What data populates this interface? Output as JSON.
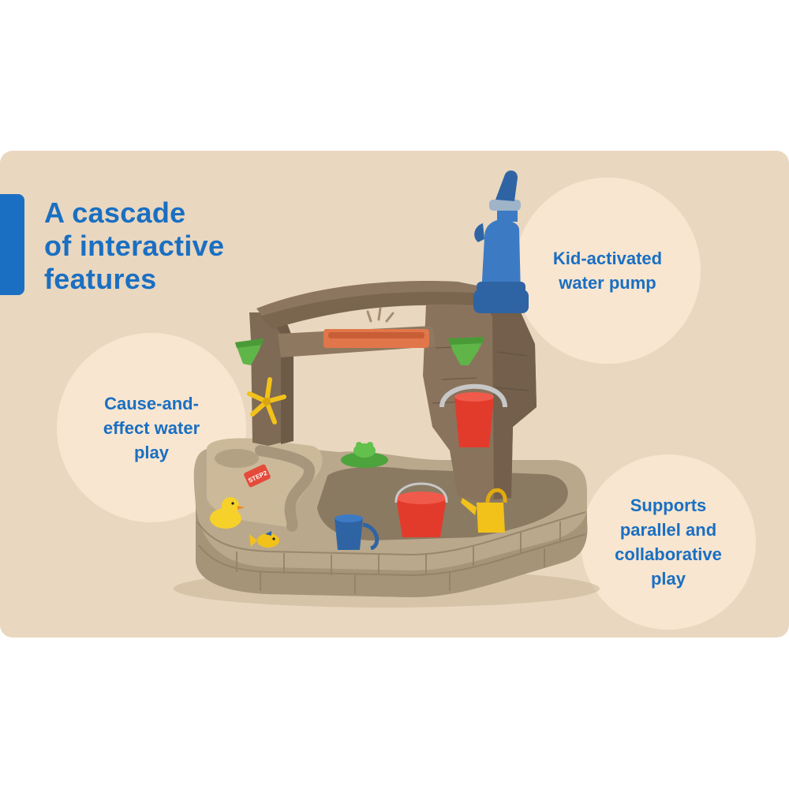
{
  "headline": {
    "line1": "A cascade",
    "line2": "of interactive",
    "line3": "features"
  },
  "callouts": {
    "cause_effect": {
      "line1": "Cause-and-",
      "line2": "effect water",
      "line3": "play"
    },
    "water_pump": {
      "line1": "Kid-activated",
      "line2": "water pump"
    },
    "parallel_play": {
      "line1": "Supports",
      "line2": "parallel and",
      "line3": "collaborative",
      "line4": "play"
    }
  },
  "product_logo": {
    "text": "STEP2"
  },
  "colors": {
    "panel_background": "#e9d7bf",
    "bubble_background": "#f8e6d0",
    "brand_blue": "#1a6fc2",
    "page_background": "#ffffff"
  },
  "icons": {
    "accent": "accent-bar",
    "product": "water-table-image"
  }
}
